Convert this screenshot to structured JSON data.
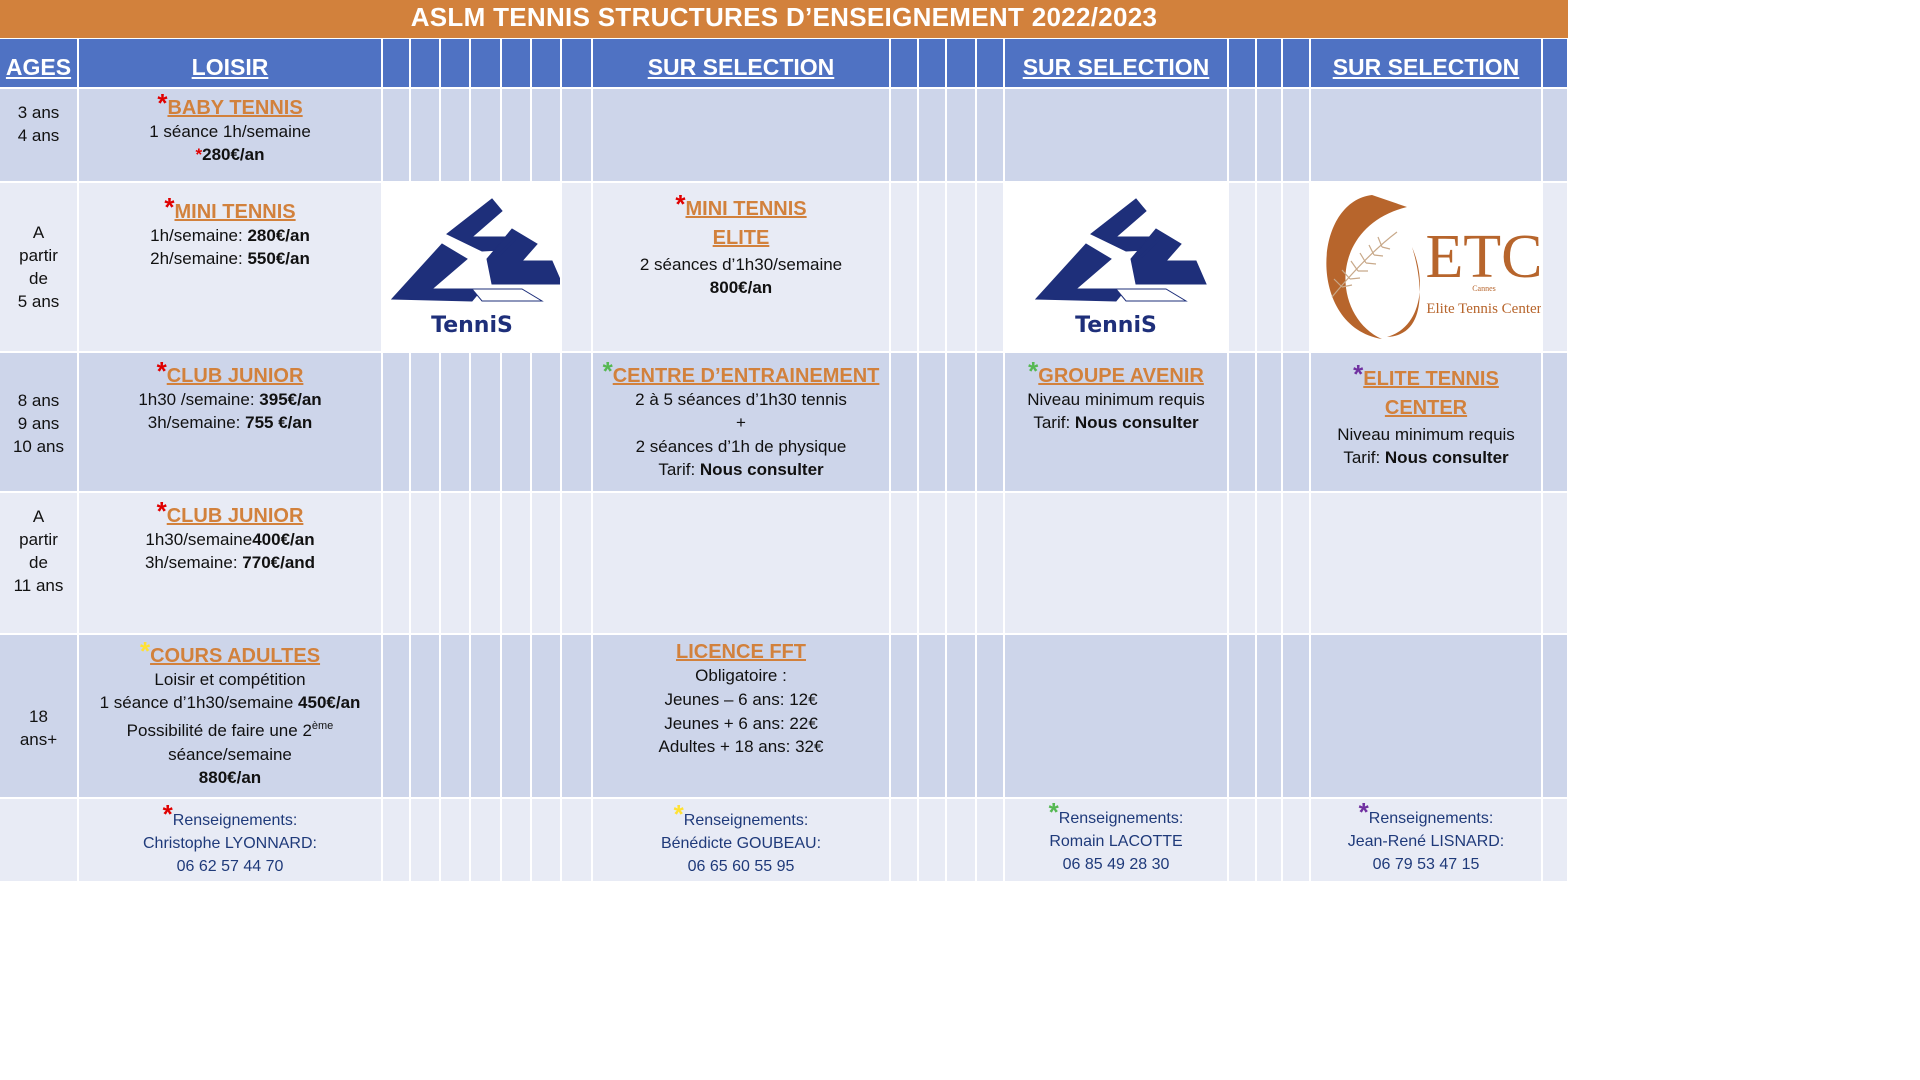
{
  "title": "ASLM TENNIS STRUCTURES D’ENSEIGNEMENT 2022/2023",
  "headers": {
    "ages": "AGES",
    "loisir": "LOISIR",
    "sel1": "SUR SELECTION",
    "sel2": "SUR SELECTION",
    "sel3": "SUR SELECTION"
  },
  "colors": {
    "title_bg": "#d2813c",
    "header_bg": "#4f72c3",
    "row_dark": "#cdd5ea",
    "row_light": "#e8ebf5",
    "section_title": "#d2813c",
    "star_red": "#e00000",
    "star_green": "#55b852",
    "star_purple": "#7030a0",
    "star_yellow": "#ffe133"
  },
  "rows": {
    "r1": {
      "ages": [
        "3 ans",
        "4 ans"
      ],
      "loisir": {
        "title": "BABY TENNIS",
        "lines": [
          "1 séance  1h/semaine"
        ],
        "price_star": "*",
        "price": "280€/an"
      }
    },
    "r2": {
      "ages": [
        "A",
        "partir",
        "de",
        "5 ans"
      ],
      "loisir": {
        "title": "MINI TENNIS",
        "l1_label": "1h/semaine: ",
        "l1_price": "280€/an",
        "l2_label": "2h/semaine: ",
        "l2_price": "550€/an"
      },
      "sel1": {
        "title_a": "MINI TENNIS",
        "title_b": "ELITE",
        "line": "2 séances d’1h30/semaine",
        "price": "800€/an"
      }
    },
    "r3": {
      "ages": [
        "8 ans",
        "9 ans",
        "10 ans"
      ],
      "loisir": {
        "title": "CLUB JUNIOR",
        "l1_label": "1h30 /semaine: ",
        "l1_price": "395€/an",
        "l2_label": "3h/semaine: ",
        "l2_price": "755 €/an"
      },
      "sel1": {
        "title": "CENTRE D’ENTRAINEMENT",
        "lines": [
          "2 à 5 séances d’1h30 tennis",
          "+",
          "2 séances d’1h de physique"
        ],
        "tarif_label": "Tarif: ",
        "tarif": "Nous consulter"
      },
      "sel2": {
        "title": "GROUPE AVENIR",
        "line": "Niveau minimum requis",
        "tarif_label": "Tarif: ",
        "tarif": "Nous consulter"
      },
      "sel3": {
        "title_a": "ELITE TENNIS",
        "title_b": "CENTER",
        "line": "Niveau minimum requis",
        "tarif_label": "Tarif: ",
        "tarif": "Nous consulter"
      }
    },
    "r4": {
      "ages": [
        "A",
        "partir",
        "de",
        "11 ans"
      ],
      "loisir": {
        "title": "CLUB JUNIOR",
        "l1_label": "1h30/semaine",
        "l1_price": "400€/an",
        "l2_label": "3h/semaine: ",
        "l2_price": "770€/and"
      }
    },
    "r5": {
      "ages": [
        "18",
        "ans+"
      ],
      "loisir": {
        "title": "COURS ADULTES",
        "line1": "Loisir et compétition",
        "line2_label": "1 séance d’1h30/semaine ",
        "line2_price": "450€/an",
        "line3": "Possibilité de faire une 2",
        "line3_sup": "ème",
        "line4": "séance/semaine",
        "price": "880€/an"
      },
      "sel1": {
        "title": "LICENCE FFT",
        "lines": [
          "Obligatoire :",
          "Jeunes – 6 ans: 12€",
          "Jeunes + 6 ans: 22€",
          "Adultes + 18 ans: 32€"
        ]
      }
    },
    "r6": {
      "loisir": {
        "label": "Renseignements:",
        "name": "Christophe LYONNARD:",
        "phone": "06 62 57 44 70"
      },
      "sel1": {
        "label": "Renseignements:",
        "name": "Bénédicte GOUBEAU:",
        "phone": "06 65 60 55 95"
      },
      "sel2": {
        "label": "Renseignements:",
        "name": "Romain LACOTTE",
        "phone": "06 85 49 28 30"
      },
      "sel3": {
        "label": "Renseignements:",
        "name": "Jean-René LISNARD:",
        "phone": "06 79 53 47 15"
      }
    }
  },
  "logos": {
    "aslm_text": "TenniS",
    "etc_text": "ETC",
    "etc_small": "Cannes",
    "etc_sub": "Elite Tennis Center"
  }
}
